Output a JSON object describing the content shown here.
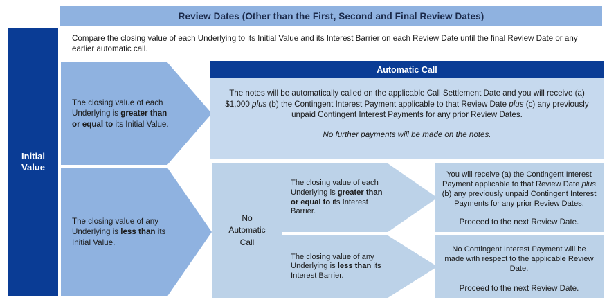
{
  "header": {
    "title": "Review Dates (Other than the First, Second and Final Review Dates)"
  },
  "intro": {
    "text": "Compare the closing value of each Underlying to its Initial Value and its Interest Barrier on each Review Date until the final Review Date or any earlier automatic call."
  },
  "initial_value_bar": {
    "label": "Initial\nValue"
  },
  "branches": {
    "upper": {
      "text_before_bold": "The closing value of each Underlying is ",
      "bold": "greater than or equal to",
      "text_after_bold": " its Initial Value."
    },
    "lower": {
      "text_before_bold": "The closing value of any Underlying is ",
      "bold": "less than",
      "text_after_bold": " its Initial Value."
    }
  },
  "automatic_call": {
    "header": "Automatic Call",
    "paragraph_parts": {
      "p1a": "The notes will be automatically called on the applicable Call Settlement Date and you will receive (a) $1,000 ",
      "p1_italic1": "plus",
      "p1b": " (b) the Contingent Interest Payment applicable to that Review Date ",
      "p1_italic2": "plus",
      "p1c": " (c) any previously unpaid Contingent Interest Payments for any prior Review Dates."
    },
    "note": "No further payments will be made on the notes."
  },
  "no_automatic_call": {
    "label": "No\nAutomatic\nCall"
  },
  "sub_branches": {
    "top": {
      "text_before_bold": "The closing value of each Underlying is ",
      "bold": "greater than or equal to",
      "text_after_bold": " its Interest Barrier."
    },
    "bottom": {
      "text_before_bold": "The closing value of any Underlying is ",
      "bold": "less than",
      "text_after_bold": " its Interest Barrier."
    }
  },
  "outcomes": {
    "top": {
      "main_a": "You will receive (a) the Contingent Interest Payment applicable to that Review Date ",
      "main_italic": "plus",
      "main_b": " (b) any previously unpaid Contingent Interest Payments for any prior Review Dates.",
      "sub": "Proceed to the next Review Date."
    },
    "bottom": {
      "main": "No Contingent Interest Payment will be made with respect to the applicable Review Date.",
      "sub": "Proceed to the next Review Date."
    }
  },
  "colors": {
    "dark_blue": "#0A3C95",
    "mid_blue": "#8FB2E0",
    "light_blue": "#BCD2E8",
    "panel_blue": "#C6D9EE",
    "text": "#1B1B1B",
    "header_text": "#1B2A4A"
  }
}
